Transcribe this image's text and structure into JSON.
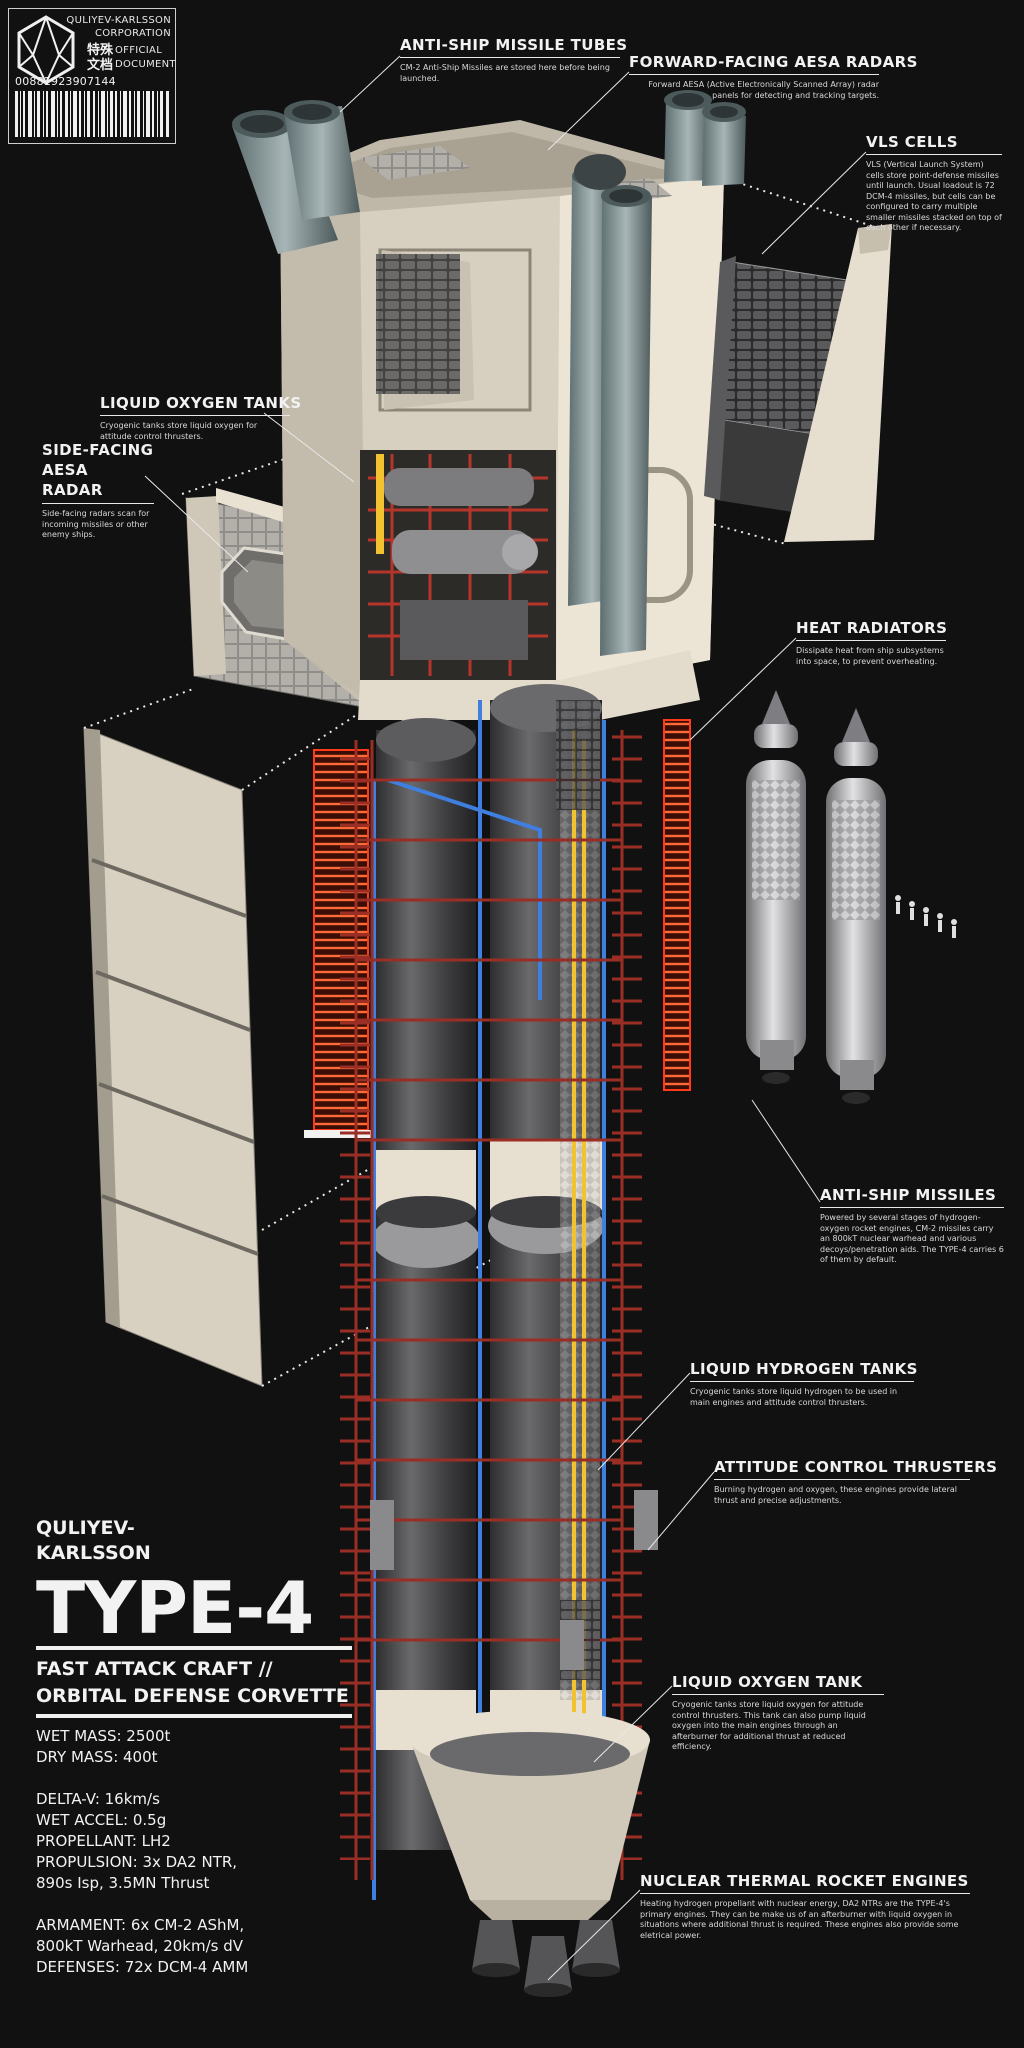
{
  "stamp": {
    "company_line1": "QULIYEV-KARLSSON",
    "company_line2": "CORPORATION",
    "kanji": "特殊文档",
    "official": "OFFICIAL",
    "document": "DOCUMENT",
    "serial": "00881923907144",
    "logo_icon": "faceted-gem-icon",
    "barcode_icon": "barcode-icon"
  },
  "callouts": [
    {
      "id": "anti-ship-missile-tubes",
      "title": "ANTI-SHIP MISSILE TUBES",
      "text": "CM-2 Anti-Ship Missiles are stored here before being launched."
    },
    {
      "id": "forward-aesa-radars",
      "title": "FORWARD-FACING AESA RADARS",
      "text": "Forward AESA (Active Electronically Scanned Array) radar panels for detecting and tracking targets."
    },
    {
      "id": "vls-cells",
      "title": "VLS CELLS",
      "text": "VLS (Vertical Launch System) cells store point-defense missiles until launch. Usual loadout is 72 DCM-4 missiles, but cells can be configured to carry multiple smaller missiles stacked on top of each other if necessary."
    },
    {
      "id": "liquid-oxygen-tanks",
      "title": "LIQUID OXYGEN TANKS",
      "text": "Cryogenic tanks store liquid oxygen for attitude control thrusters."
    },
    {
      "id": "side-aesa-radar",
      "title": "SIDE-FACING AESA RADAR",
      "text": "Side-facing radars scan for incoming missiles or other enemy ships."
    },
    {
      "id": "heat-radiators",
      "title": "HEAT RADIATORS",
      "text": "Dissipate heat from ship subsystems into space, to prevent overheating."
    },
    {
      "id": "anti-ship-missiles",
      "title": "ANTI-SHIP MISSILES",
      "text": "Powered by several stages of hydrogen-oxygen rocket engines, CM-2 missiles carry an 800kT nuclear warhead and various decoys/penetration aids. The TYPE-4 carries 6 of them by default."
    },
    {
      "id": "liquid-hydrogen-tanks",
      "title": "LIQUID HYDROGEN TANKS",
      "text": "Cryogenic tanks store liquid hydrogen to be used in main engines and attitude control thrusters."
    },
    {
      "id": "attitude-control-thrusters",
      "title": "ATTITUDE CONTROL THRUSTERS",
      "text": "Burning hydrogen and oxygen, these engines provide lateral thrust and precise adjustments."
    },
    {
      "id": "liquid-oxygen-tank",
      "title": "LIQUID OXYGEN TANK",
      "text": "Cryogenic tanks store liquid oxygen for attitude control thrusters. This tank can also pump liquid oxygen into the main engines through an afterburner for additional thrust at reduced efficiency."
    },
    {
      "id": "ntr-engines",
      "title": "NUCLEAR THERMAL ROCKET ENGINES",
      "text": "Heating hydrogen propellant with nuclear energy, DA2 NTRs are the TYPE-4's primary engines. They can be make us of an afterburner with liquid oxygen in situations where additional thrust is required. These engines also provide some eletrical power."
    }
  ],
  "specs": {
    "maker": "QULIYEV-KARLSSON",
    "model": "TYPE-4",
    "role_line1": "FAST ATTACK CRAFT //",
    "role_line2": "ORBITAL DEFENSE CORVETTE",
    "wet_mass": "WET MASS: 2500t",
    "dry_mass": "DRY MASS: 400t",
    "delta_v": "DELTA-V: 16km/s",
    "wet_accel": "WET ACCEL: 0.5g",
    "propellant": "PROPELLANT: LH2",
    "propulsion_1": "PROPULSION: 3x DA2 NTR,",
    "propulsion_2": "890s Isp, 3.5MN Thrust",
    "armament_1": "ARMAMENT: 6x CM-2 AShM,",
    "armament_2": "800kT Warhead, 20km/s dV",
    "defenses": "DEFENSES: 72x DCM-4 AMM"
  },
  "colors": {
    "background": "#111111",
    "hull": "#d9d2c2",
    "hull_shadow": "#9c9688",
    "tank": "#4a4a4c",
    "radiator": "#ff5a2a",
    "frame": "#8e2a22",
    "coolant": "#3f7fe0",
    "fuel_line": "#f2c230",
    "missile": "#b9b9b9"
  }
}
